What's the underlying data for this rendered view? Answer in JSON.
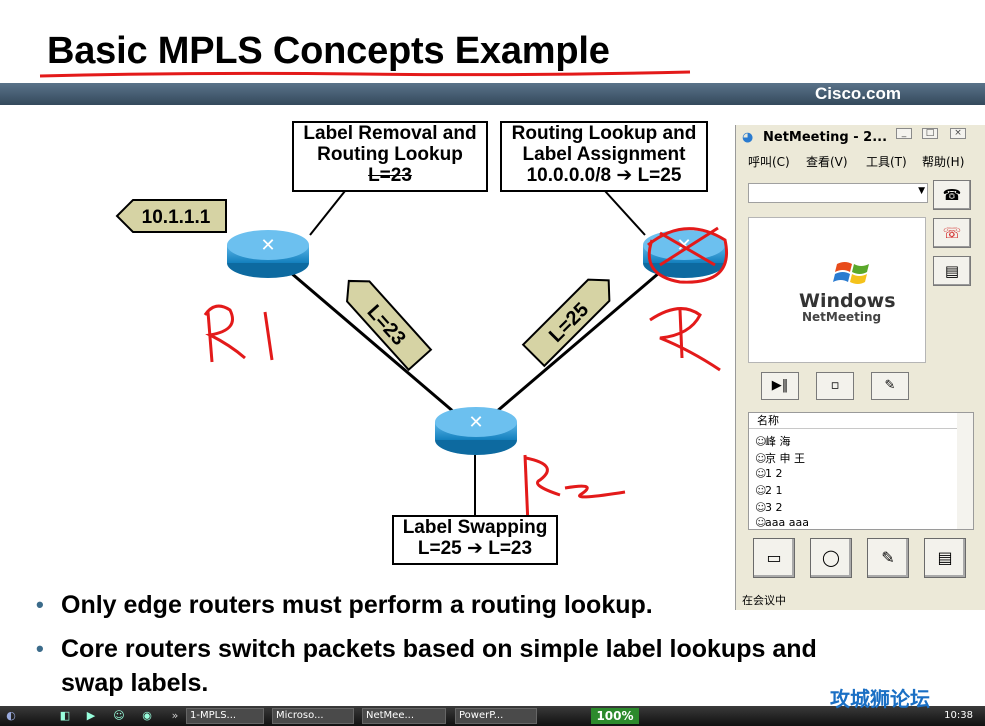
{
  "slide": {
    "title": "Basic MPLS Concepts Example",
    "brand": "Cisco.com",
    "boxes": {
      "removal": [
        "Label Removal and",
        "Routing Lookup",
        "L=23"
      ],
      "assign": [
        "Routing Lookup and",
        "Label Assignment",
        "10.0.0.0/8",
        "L=25"
      ],
      "swap": [
        "Label Swapping",
        "L=25",
        "L=23"
      ]
    },
    "tags": {
      "ip": "10.1.1.1",
      "left_label": "L=23",
      "right_label": "L=25"
    },
    "bullets": [
      "Only edge routers must perform a routing lookup.",
      "Core routers switch packets based on simple label lookups and",
      "swap labels."
    ],
    "bullet_glyph": "•"
  },
  "netmeeting": {
    "title": "NetMeeting - 2...",
    "window_buttons": [
      "_",
      "□",
      "×"
    ],
    "menu": [
      "呼叫(C)",
      "查看(V)",
      "工具(T)",
      "帮助(H)"
    ],
    "combo_arrow": "▼",
    "video_logo": {
      "line1": "Windows",
      "line2": "NetMeeting"
    },
    "list_header": "名称",
    "participants": [
      "峰 海",
      "京 申  王",
      "1 2",
      "2 1",
      "3 2",
      "aaa aaa"
    ],
    "status": "在会议中"
  },
  "taskbar": {
    "items": [
      "1-MPLS...",
      "Microso...",
      "NetMee...",
      "PowerP..."
    ],
    "zoom": "100%",
    "clock": "10:38"
  },
  "watermark": "攻城狮论坛",
  "colors": {
    "header_bar": "#3f5467",
    "router": "#1f8ac4",
    "tag_fill": "#d6d3a4",
    "annotation": "#e31a1a",
    "bullet": "#3b6b8a"
  }
}
